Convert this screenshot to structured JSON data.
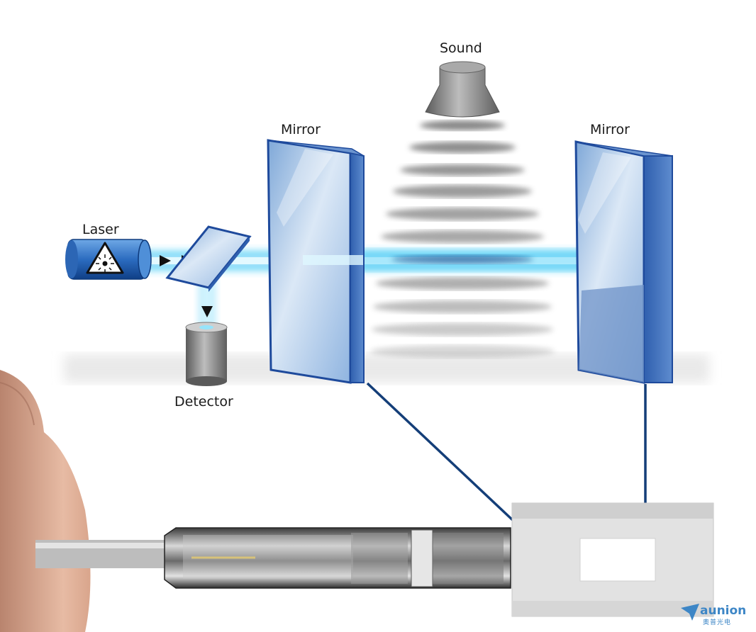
{
  "labels": {
    "sound": "Sound",
    "mirror_left": "Mirror",
    "mirror_right": "Mirror",
    "laser": "Laser",
    "detector": "Detector"
  },
  "logo": {
    "name": "aunion",
    "subtitle": "奥普光电"
  },
  "colors": {
    "beam": "#35c8f5",
    "mirror_frame": "#1e4a9c",
    "mirror_glass": "#a8c8ea",
    "connector_line": "#143e78",
    "device_gray": "#8a8a8a",
    "logo": "#3d86c6"
  },
  "icons": [
    "laser-warning-icon",
    "sound-speaker-icon",
    "logo-arrow-icon"
  ]
}
